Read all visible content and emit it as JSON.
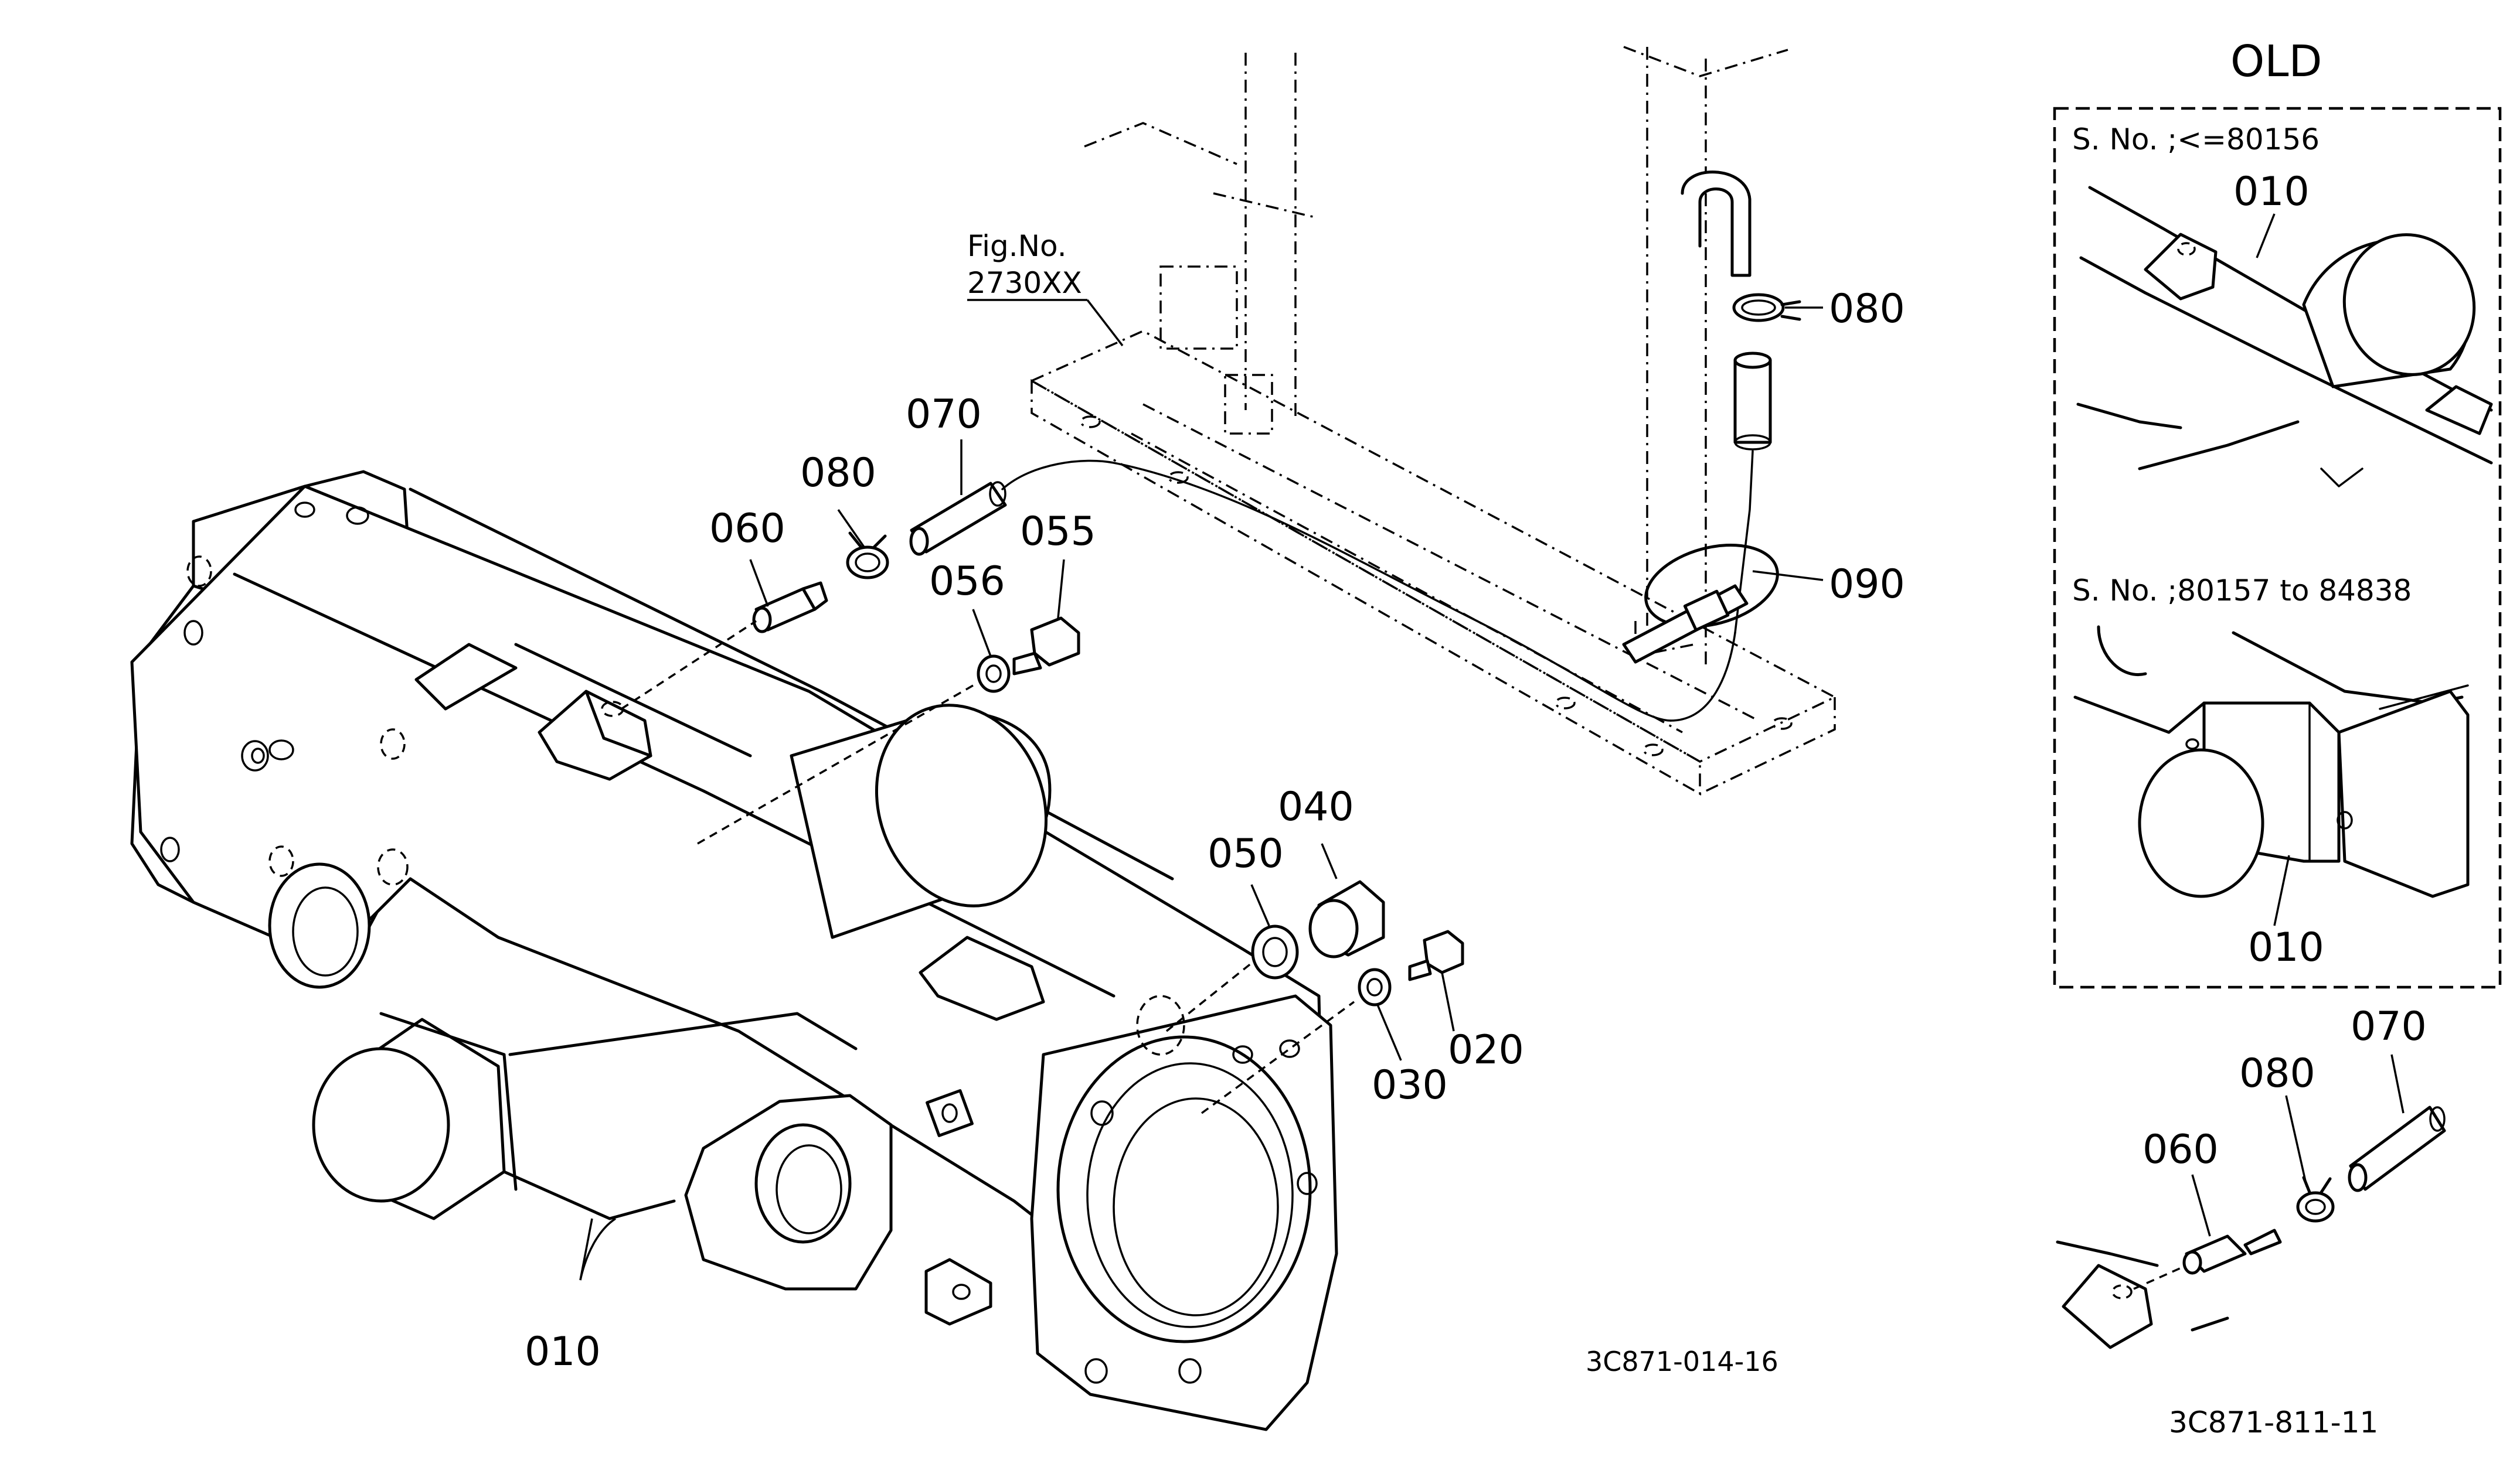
{
  "figure_ref": {
    "line1": "Fig.No.",
    "line2": "2730XX"
  },
  "callouts": {
    "p010": "010",
    "p020": "020",
    "p030": "030",
    "p040": "040",
    "p050": "050",
    "p055": "055",
    "p056": "056",
    "p060": "060",
    "p070": "070",
    "p080a": "080",
    "p080b": "080",
    "p090": "090"
  },
  "main_drawing_code": "3C871-014-16",
  "old_panel": {
    "title": "OLD",
    "serial_1": "S. No. ;<=80156",
    "serial_1_part": "010",
    "serial_2": "S. No. ;80157 to 84838",
    "serial_2_part": "010"
  },
  "detail": {
    "p060": "060",
    "p070": "070",
    "p080": "080"
  },
  "detail_drawing_code": "3C871-811-11"
}
